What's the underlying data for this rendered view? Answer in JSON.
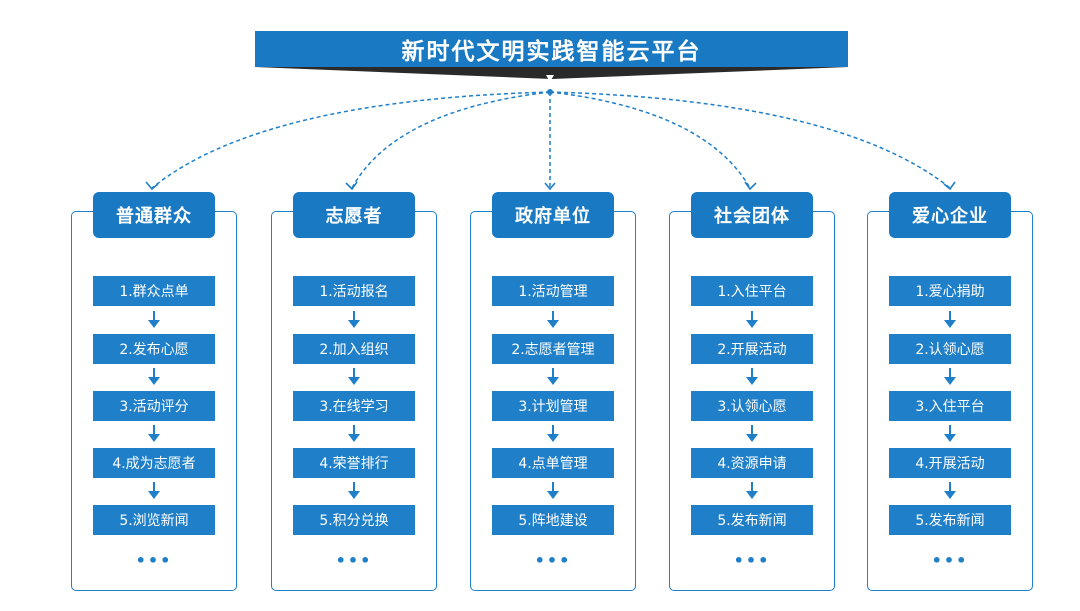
{
  "title": "新时代文明实践智能云平台",
  "colors": {
    "primary": "#1979c3",
    "step": "#1f7fc8",
    "shadow": "#2a2a2a"
  },
  "columns": [
    {
      "header": "普通群众",
      "steps": [
        "1.群众点单",
        "2.发布心愿",
        "3.活动评分",
        "4.成为志愿者",
        "5.浏览新闻"
      ],
      "more": "•••"
    },
    {
      "header": "志愿者",
      "steps": [
        "1.活动报名",
        "2.加入组织",
        "3.在线学习",
        "4.荣誉排行",
        "5.积分兑换"
      ],
      "more": "•••"
    },
    {
      "header": "政府单位",
      "steps": [
        "1.活动管理",
        "2.志愿者管理",
        "3.计划管理",
        "4.点单管理",
        "5.阵地建设"
      ],
      "more": "•••"
    },
    {
      "header": "社会团体",
      "steps": [
        "1.入住平台",
        "2.开展活动",
        "3.认领心愿",
        "4.资源申请",
        "5.发布新闻"
      ],
      "more": "•••"
    },
    {
      "header": "爱心企业",
      "steps": [
        "1.爱心捐助",
        "2.认领心愿",
        "3.入住平台",
        "4.开展活动",
        "5.发布新闻"
      ],
      "more": "•••"
    }
  ]
}
